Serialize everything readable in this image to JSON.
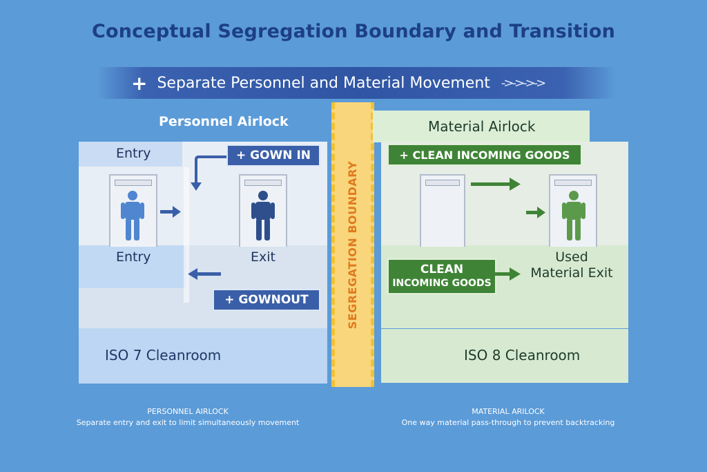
{
  "title": "Conceptual Segregation Boundary and Transition",
  "banner": {
    "plus": "+",
    "text": "Separate Personnel and Material Movement",
    "arrows": "->->->->"
  },
  "left": {
    "heading": "Personnel Airlock",
    "entry_top": "Entry",
    "gown_in": "+ GOWN IN",
    "entry_bottom": "Entry",
    "exit": "Exit",
    "gown_out": "+ GOWNOUT",
    "iso": "ISO 7 Cleanroom"
  },
  "boundary": "SEGREGATION BOUNDARY",
  "right": {
    "heading": "Material Airlock",
    "clean_goods_top": "+ CLEAN INCOMING GOODS",
    "clean_line1": "CLEAN",
    "clean_line2": "INCOMING GOODS",
    "used_line1": "Used",
    "used_line2": "Material Exit",
    "iso": "ISO 8 Cleanroom"
  },
  "captions": {
    "left_title": "PERSONNEL AIRLOCK",
    "left_desc": "Separate entry and exit to limit simultaneously movement",
    "right_title": "MATERIAL ARILOCK",
    "right_desc": "One way material pass-through to prevent backtracking"
  },
  "colors": {
    "background": "#5b9bd8",
    "personnel_blue": "#3a5fa8",
    "material_green": "#3f8436",
    "boundary_yellow": "#f9d67c",
    "boundary_text": "#df7a1e"
  }
}
